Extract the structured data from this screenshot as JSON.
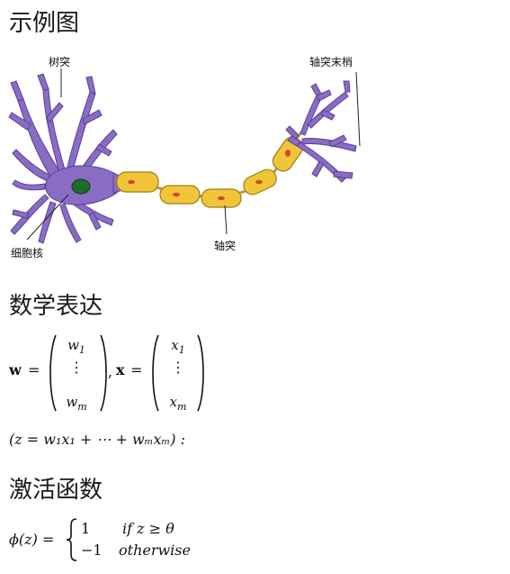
{
  "sections": {
    "example_title": "示例图",
    "math_title": "数学表达",
    "activation_title": "激活函数"
  },
  "figure": {
    "labels": {
      "dendrite": "树突",
      "axon_terminal": "轴突末梢",
      "nucleus": "细胞核",
      "axon": "轴突"
    },
    "colors": {
      "cell_body": "#8a6cc4",
      "nucleus": "#1e6b2a",
      "myelin": "#f0c53a",
      "myelin_outline": "#a07c10"
    }
  },
  "math": {
    "w_vector": {
      "name": "w",
      "first": "w",
      "first_sub": "1",
      "last": "w",
      "last_sub": "m",
      "vdots": "⋮"
    },
    "x_vector": {
      "name": "x",
      "first": "x",
      "first_sub": "1",
      "last": "x",
      "last_sub": "m",
      "vdots": "⋮"
    },
    "equals": "=",
    "separator": ",",
    "z_expression": "(z = w₁x₁ + ⋯ + wₘxₘ) :",
    "activation": {
      "lhs": "ϕ(z) =",
      "case1_value": "1",
      "case1_condition": "if z ≥ θ",
      "case2_value": "−1",
      "case2_condition": "otherwise"
    }
  }
}
